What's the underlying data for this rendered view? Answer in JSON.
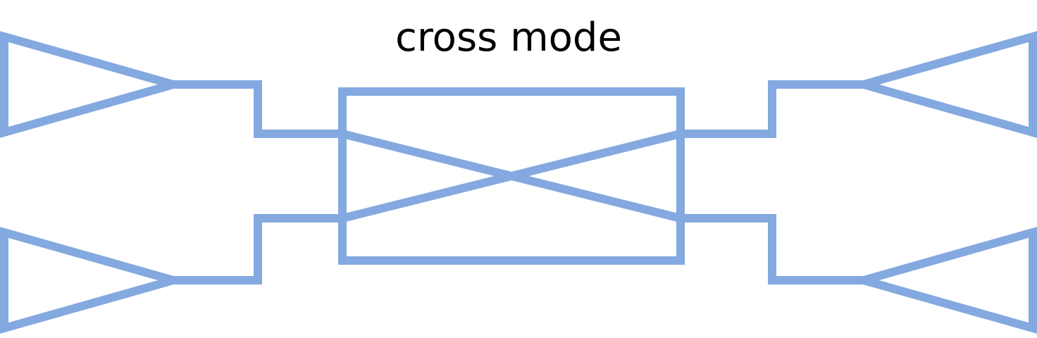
{
  "title": "cross mode",
  "colors": {
    "stroke": "#84a9e0",
    "coupler_fill": "#d5e8d4",
    "background": "#ffffff",
    "text": "#000000"
  },
  "ports": [
    {
      "name": "input-top",
      "side": "left"
    },
    {
      "name": "input-bottom",
      "side": "left"
    },
    {
      "name": "output-top",
      "side": "right"
    },
    {
      "name": "output-bottom",
      "side": "right"
    }
  ],
  "coupler": {
    "mode": "cross"
  }
}
